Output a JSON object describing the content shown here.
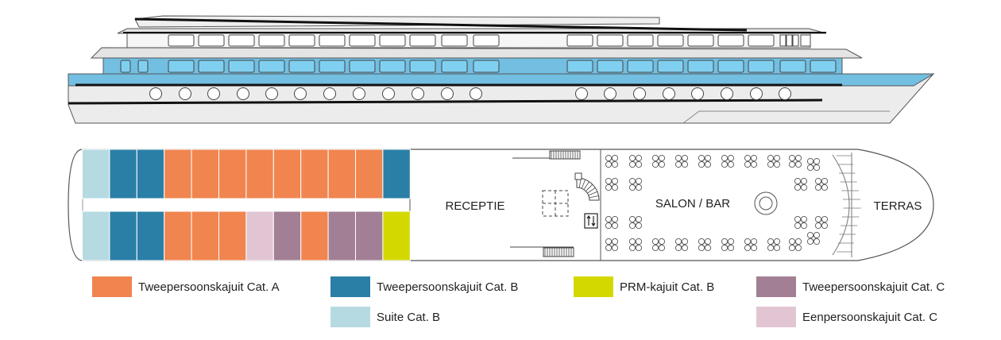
{
  "colors": {
    "cat_a": "#F08550",
    "cat_b": "#2A7FA6",
    "suite_b": "#B6DAE2",
    "prm_b": "#D3D900",
    "cat_c": "#A27F94",
    "single_c": "#E2C5D3",
    "deck_blue": "#72BFE2",
    "hull_grey": "#ECECEC",
    "outline": "#555555"
  },
  "deck_plan": {
    "areas": {
      "reception": "RECEPTIE",
      "salon": "SALON / BAR",
      "terrace": "TERRAS"
    },
    "cabins_top_row": [
      "suite_b",
      "cat_b",
      "cat_b",
      "cat_a",
      "cat_a",
      "cat_a",
      "cat_a",
      "cat_a",
      "cat_a",
      "cat_a",
      "cat_a",
      "cat_b"
    ],
    "cabins_bottom_row": [
      "suite_b",
      "cat_b",
      "cat_b",
      "cat_a",
      "cat_a",
      "cat_a",
      "single_c",
      "cat_c",
      "cat_a",
      "cat_c",
      "cat_c",
      "prm_b"
    ]
  },
  "legend": [
    {
      "key": "cat_a",
      "label": "Tweepersoonskajuit Cat. A"
    },
    {
      "key": "cat_b",
      "label": "Tweepersoonskajuit Cat. B"
    },
    {
      "key": "prm_b",
      "label": "PRM-kajuit Cat. B"
    },
    {
      "key": "cat_c",
      "label": "Tweepersoonskajuit Cat. C"
    },
    {
      "key": "suite_b",
      "label": "Suite Cat. B"
    },
    {
      "key": "single_c",
      "label": "Eenpersoonskajuit Cat. C"
    }
  ]
}
